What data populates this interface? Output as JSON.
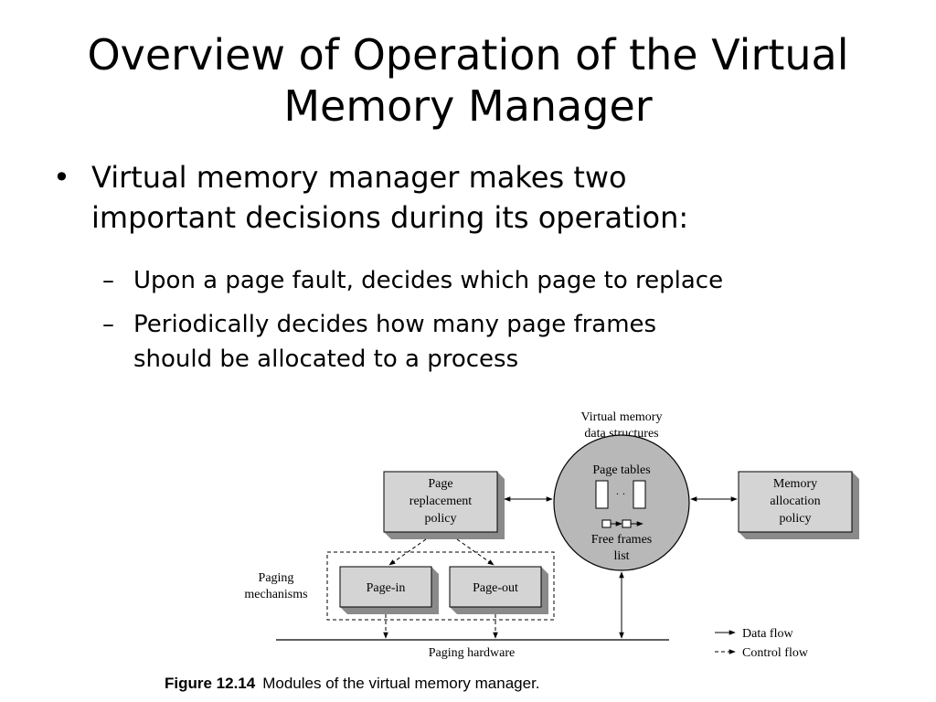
{
  "slide": {
    "title_line1": "Overview of Operation of the Virtual",
    "title_line2": "Memory Manager",
    "bullet_line1": "Virtual memory manager makes two",
    "bullet_line2": "important decisions during its operation:",
    "sub_bullets": [
      {
        "line1": "Upon a page fault, decides which page to replace"
      },
      {
        "line1": "Periodically decides how many page frames",
        "line2": "should be allocated to a process"
      }
    ],
    "bullet_glyph": "•",
    "dash_glyph": "–"
  },
  "figure": {
    "vm_data_structures_line1": "Virtual memory",
    "vm_data_structures_line2": "data structures",
    "page_tables": "Page tables",
    "ellipsis": "· ·",
    "free_frames_line1": "Free frames",
    "free_frames_line2": "list",
    "page_replacement_line1": "Page",
    "page_replacement_line2": "replacement",
    "page_replacement_line3": "policy",
    "memory_allocation_line1": "Memory",
    "memory_allocation_line2": "allocation",
    "memory_allocation_line3": "policy",
    "paging_mechanisms_line1": "Paging",
    "paging_mechanisms_line2": "mechanisms",
    "page_in": "Page-in",
    "page_out": "Page-out",
    "paging_hardware": "Paging hardware",
    "legend_data_flow": "Data flow",
    "legend_control_flow": "Control flow",
    "caption_number": "Figure 12.14",
    "caption_text": "Modules of the virtual memory manager."
  },
  "colors": {
    "box_face": "#d4d4d4",
    "box_side": "#8a8a8a",
    "circle_fill": "#b8b8b8"
  }
}
